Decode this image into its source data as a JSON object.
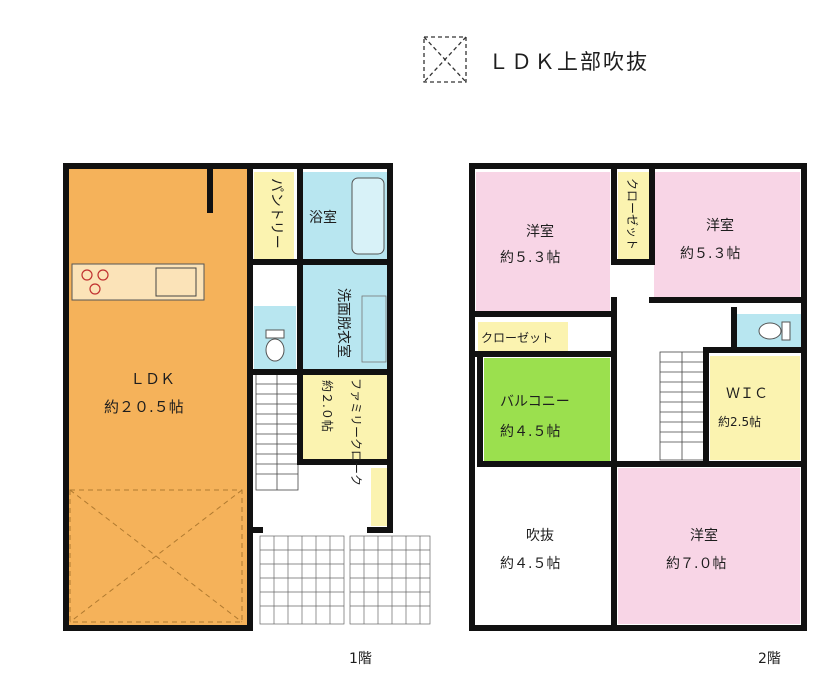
{
  "legend": {
    "text": "ＬＤＫ上部吹抜",
    "icon": "void-cross-icon"
  },
  "floor1": {
    "label": "1階",
    "rooms": {
      "ldk_name": "ＬＤＫ",
      "ldk_size": "約２０.５帖",
      "pantry": "パントリー",
      "bath": "浴室",
      "washroom": "洗面脱衣室",
      "family_closet": "ファミリークローク",
      "family_closet_size": "約２.０帖"
    }
  },
  "floor2": {
    "label": "2階",
    "rooms": {
      "western1_name": "洋室",
      "western1_size": "約５.３帖",
      "western2_name": "洋室",
      "western2_size": "約５.３帖",
      "closet_vertical": "クローゼット",
      "closet_horizontal": "クローゼット",
      "balcony_name": "バルコニー",
      "balcony_size": "約４.５帖",
      "wic_name": "ＷＩＣ",
      "wic_size": "約2.5帖",
      "void_name": "吹抜",
      "void_size": "約４.５帖",
      "western3_name": "洋室",
      "western3_size": "約７.０帖"
    }
  },
  "colors": {
    "ldk": "#f5b25a",
    "bath": "#b8e6f0",
    "pantry": "#fbf3b0",
    "bedroom": "#f8d5e6",
    "balcony": "#9be04e",
    "closet": "#fbf3b0",
    "wall": "#111111"
  }
}
